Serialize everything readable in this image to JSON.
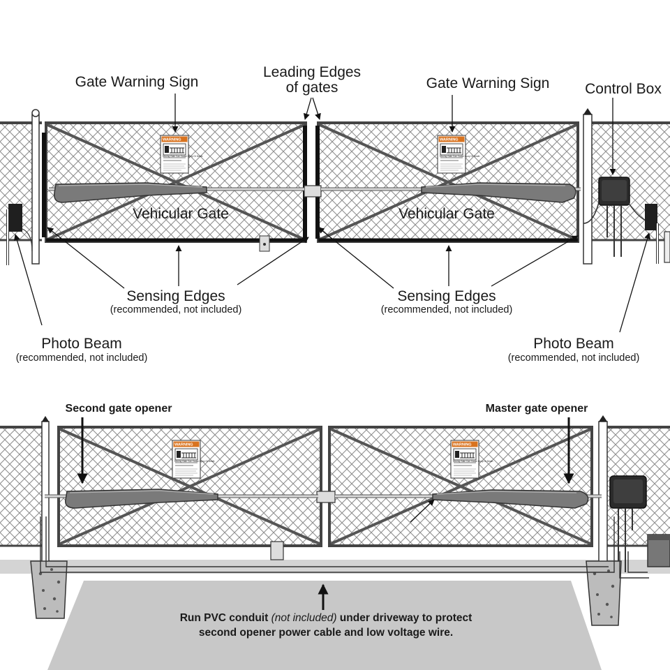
{
  "top_diagram": {
    "labels": {
      "warning_sign_left": "Gate Warning Sign",
      "leading_edges_line1": "Leading Edges",
      "leading_edges_line2": "of gates",
      "warning_sign_right": "Gate Warning Sign",
      "control_box": "Control Box",
      "vehicular_gate_left": "Vehicular Gate",
      "vehicular_gate_right": "Vehicular Gate",
      "sensing_edges_left": "Sensing Edges",
      "sensing_edges_left_note": "(recommended, not included)",
      "sensing_edges_right": "Sensing Edges",
      "sensing_edges_right_note": "(recommended, not included)",
      "photo_beam_left": "Photo Beam",
      "photo_beam_left_note": "(recommended, not included)",
      "photo_beam_right": "Photo Beam",
      "photo_beam_right_note": "(recommended, not included)"
    }
  },
  "bottom_diagram": {
    "labels": {
      "second_opener": "Second gate opener",
      "master_opener": "Master gate opener",
      "conduit_line1_a": "Run PVC  conduit ",
      "conduit_line1_b": "(not included)",
      "conduit_line1_c": " under driveway to protect",
      "conduit_line2": "second opener power cable and low voltage wire."
    }
  },
  "warning_sign": {
    "title": "WARNING",
    "body": "Moving Gate Can Cause Injury Or Death"
  },
  "colors": {
    "frame": "#3a3a3a",
    "mesh": "#9a9a9a",
    "sign_orange": "#d9731f",
    "driveway": "#c8c8c8",
    "opener": "#7a7a7a"
  }
}
